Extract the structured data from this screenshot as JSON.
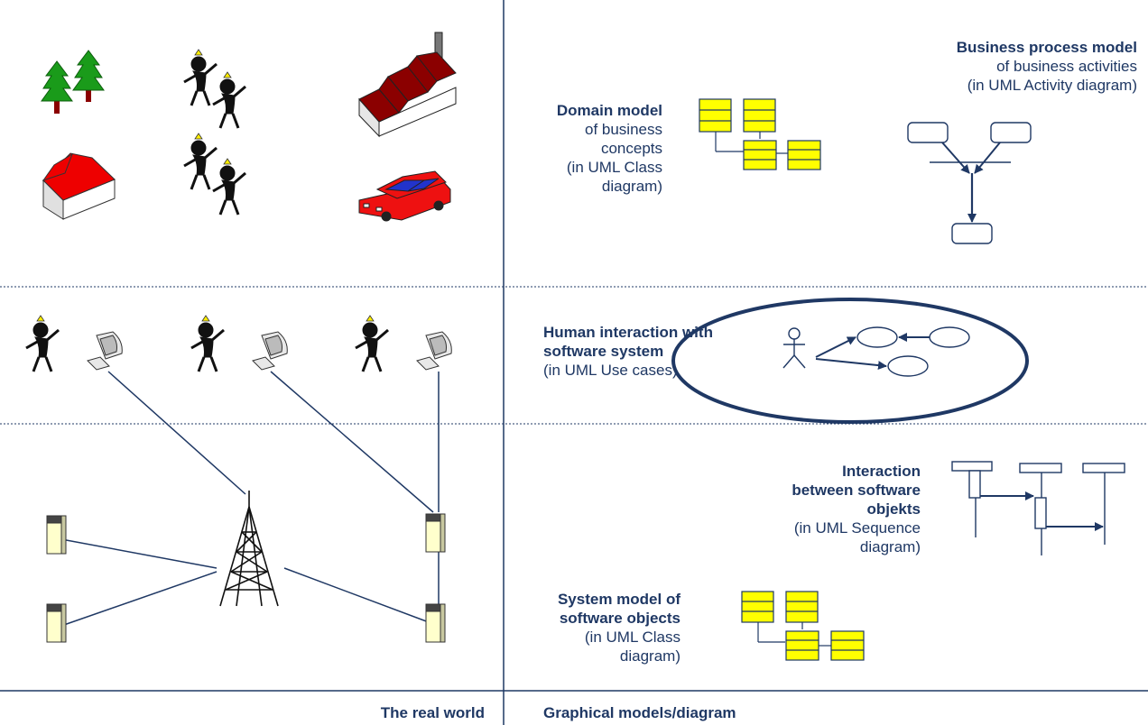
{
  "colors": {
    "line": "#1f3864",
    "class_box": "#ffff00",
    "tree": "#1a9b1a",
    "roof_red": "#ee0000",
    "factory_roof": "#8b0000",
    "car_body": "#ee1111",
    "car_window": "#2233cc",
    "server": "#ffffcc"
  },
  "domain_model": {
    "title": "Domain model",
    "line1": "of business",
    "line2": "concepts",
    "line3": "(in UML Class",
    "line4": "diagram)"
  },
  "business_process": {
    "title": "Business process model",
    "line1": "of business activities",
    "line2": "(in UML  Activity diagram)"
  },
  "human_interaction": {
    "title1": "Human interaction with",
    "title2": "software system",
    "line1": "(in UML  Use cases)"
  },
  "interaction_objects": {
    "title1": "Interaction",
    "title2": "between software",
    "title3": "objekts",
    "line1": "(in UML Sequence",
    "line2": "diagram)"
  },
  "system_model": {
    "title1": "System model of",
    "title2": "software objects",
    "line1": "(in UML Class",
    "line2": "diagram)"
  },
  "footer": {
    "left": "The real world",
    "right": "Graphical models/diagram"
  }
}
